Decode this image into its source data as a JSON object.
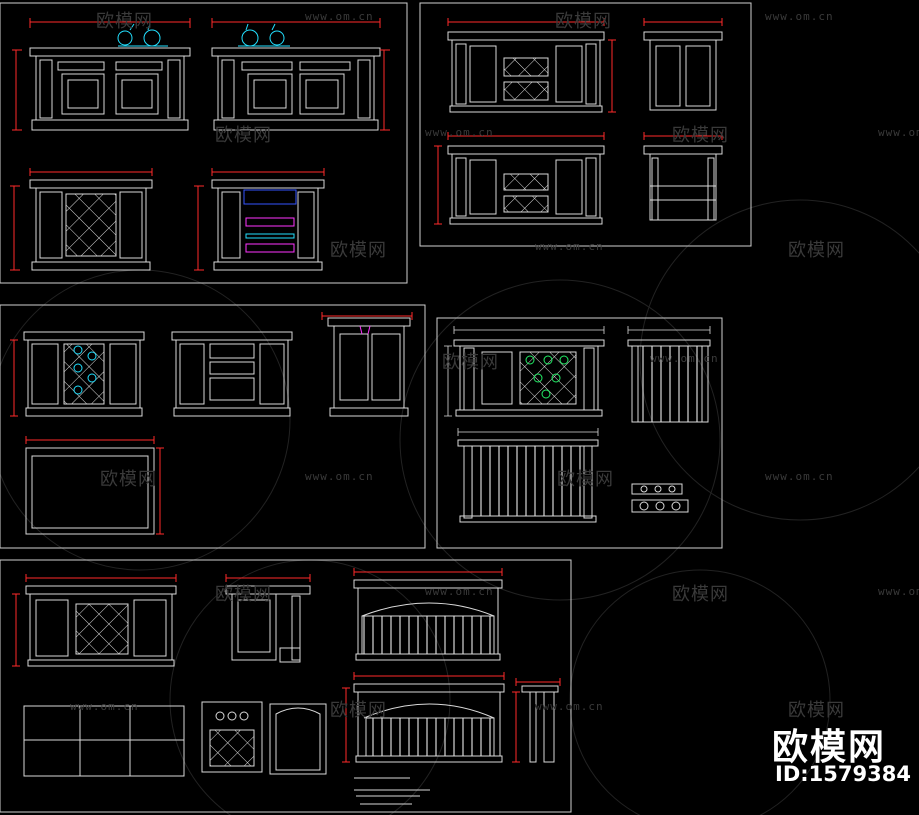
{
  "watermark": {
    "brand_text": "欧模网",
    "url_text": "www.om.cn"
  },
  "logo": {
    "name": "欧模网",
    "id_label": "ID:1579384"
  },
  "colors": {
    "background": "#000000",
    "line": "#d9d9d9",
    "dimension": "#ff2a2a",
    "cyan": "#22e0ff",
    "magenta": "#ff33ff",
    "blue": "#3355ff",
    "green": "#22ee66",
    "yellow": "#ffff00",
    "watermark": "#3a3a3a"
  },
  "drawing": {
    "type": "CAD furniture elevation sheet",
    "subject": "kitchen island cabinets"
  }
}
